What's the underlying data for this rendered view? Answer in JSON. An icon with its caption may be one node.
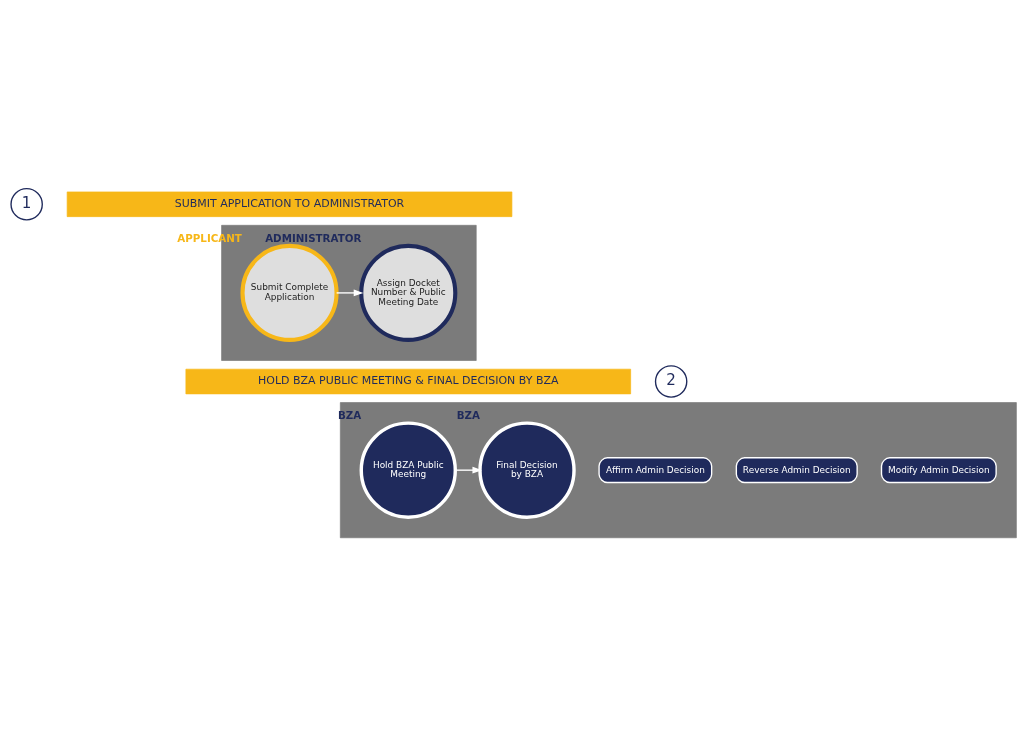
{
  "diagram": {
    "nodes": [
      {
        "text": [
          "1"
        ]
      },
      {
        "text": [
          "SUBMIT APPLICATION TO ADMINISTRATOR"
        ]
      },
      {
        "text": [],
        "shape": "box"
      },
      {
        "text": [
          "Submit Complete Application"
        ],
        "beside": [
          "APPLICANT"
        ],
        "in": 2
      },
      {
        "text": [
          "Assign Docket Number & Public Meeting Date"
        ],
        "beside": [
          "ADMINISTRATOR"
        ],
        "in": 2
      },
      {
        "text": [
          "2"
        ]
      },
      {
        "text": [
          "HOLD BZA PUBLIC MEETING & FINAL DECISION BY BZA"
        ]
      },
      {
        "text": [],
        "shape": "box"
      },
      {
        "text": [
          "Hold BZA Public Meeting"
        ],
        "beside": [
          "BZA"
        ],
        "in": 7
      },
      {
        "text": [
          "Final Decision by BZA"
        ],
        "beside": [
          "BZA"
        ],
        "in": 7
      },
      {
        "text": [
          "Affirm Admin Decision"
        ],
        "in": 7
      },
      {
        "text": [
          "Reverse Admin Decision"
        ],
        "in": 7
      },
      {
        "text": [
          "Modify Admin Decision"
        ],
        "in": 7
      }
    ],
    "edges": [
      {
        "from": 3,
        "to": 4,
        "arrow": "to"
      },
      {
        "from": 8,
        "to": 9,
        "arrow": "to"
      }
    ]
  }
}
